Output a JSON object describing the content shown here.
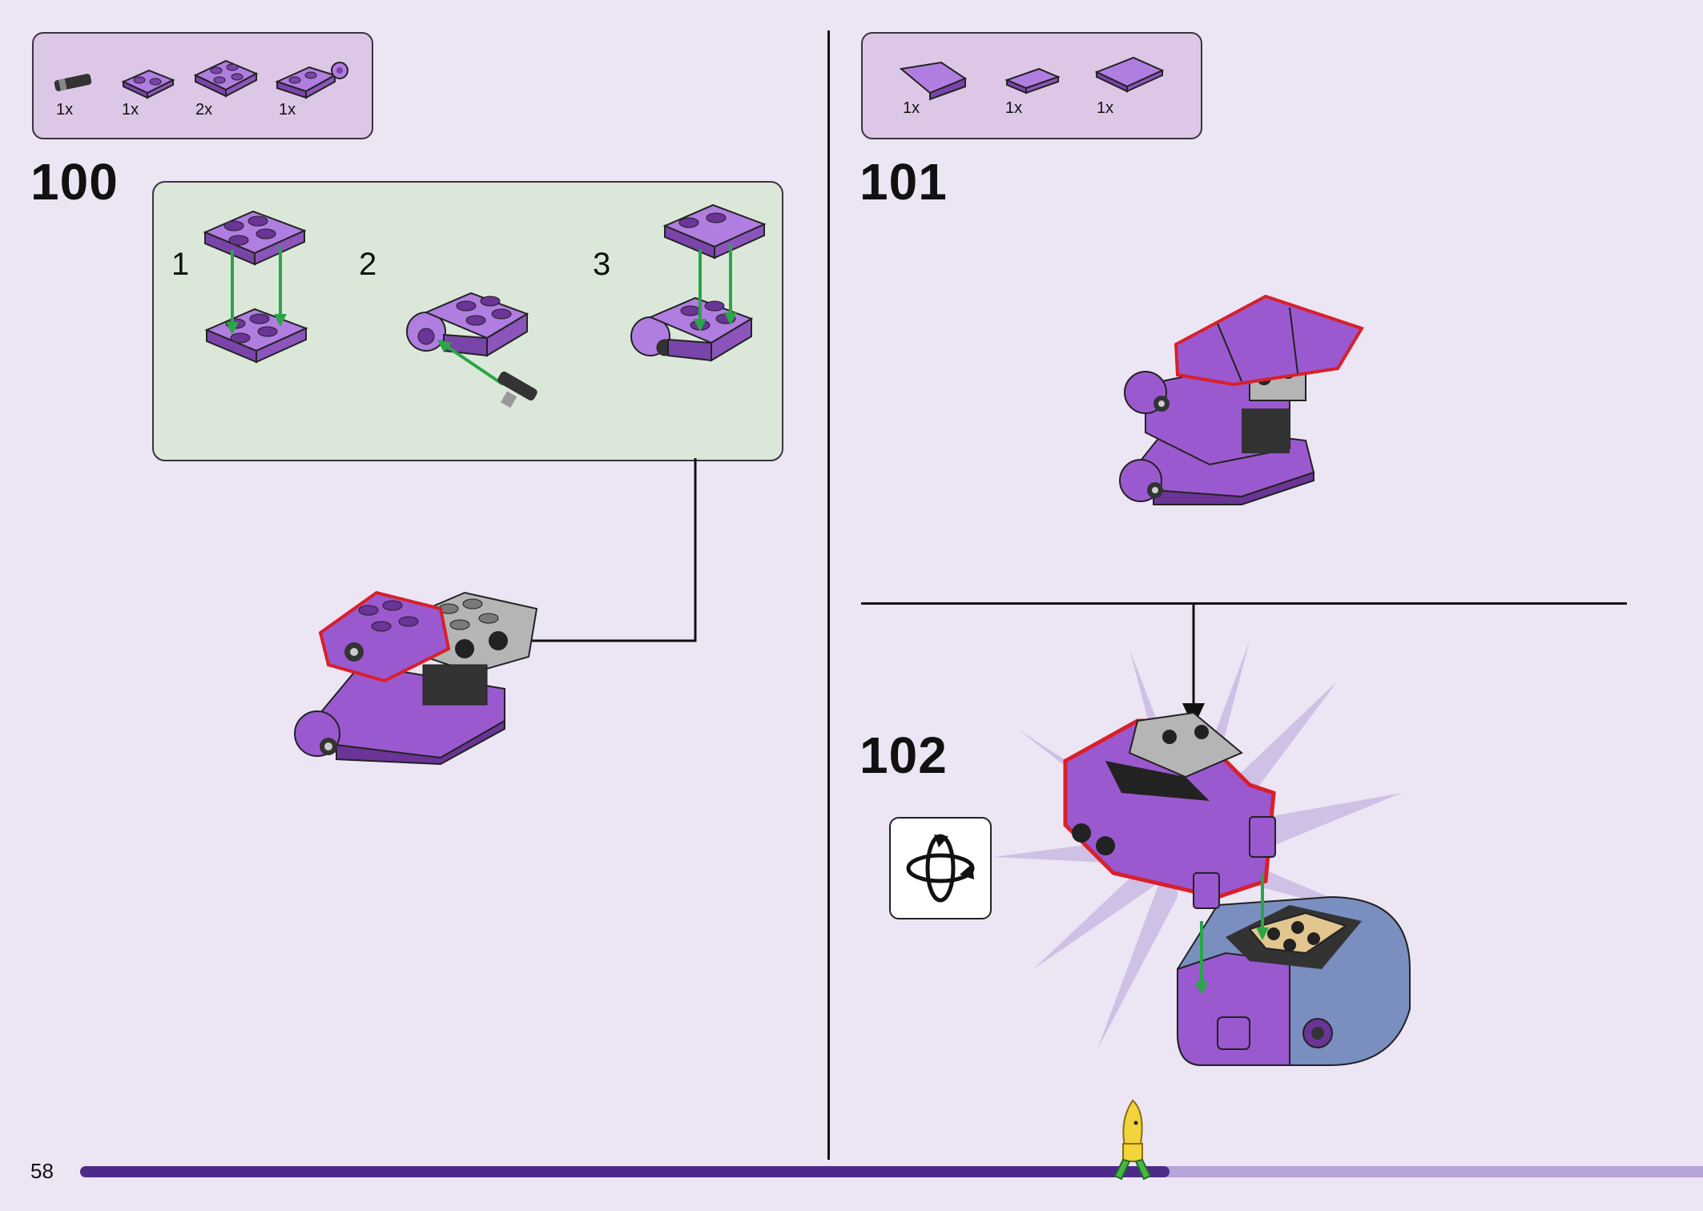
{
  "page": {
    "number": "58",
    "progress": 0.67
  },
  "steps": [
    {
      "number": "100",
      "parts": [
        {
          "qty": "1x",
          "icon": "axle-pin-icon"
        },
        {
          "qty": "1x",
          "icon": "plate-1x2-icon"
        },
        {
          "qty": "2x",
          "icon": "plate-2x2-icon"
        },
        {
          "qty": "1x",
          "icon": "plate-with-clip-icon"
        }
      ],
      "substeps": [
        "1",
        "2",
        "3"
      ]
    },
    {
      "number": "101",
      "parts": [
        {
          "qty": "1x",
          "icon": "curved-slope-icon"
        },
        {
          "qty": "1x",
          "icon": "tile-1x2-icon"
        },
        {
          "qty": "1x",
          "icon": "tile-2x2-icon"
        }
      ]
    },
    {
      "number": "102",
      "rotate_icon": "rotate-model-icon"
    }
  ],
  "colors": {
    "brick": "#9b59d0",
    "brick_dark": "#6a3596",
    "accent_red": "#d8202a",
    "arrow_green": "#2aa548",
    "progress": "#4d2a8a",
    "progress_rest": "#b6a3d8"
  }
}
